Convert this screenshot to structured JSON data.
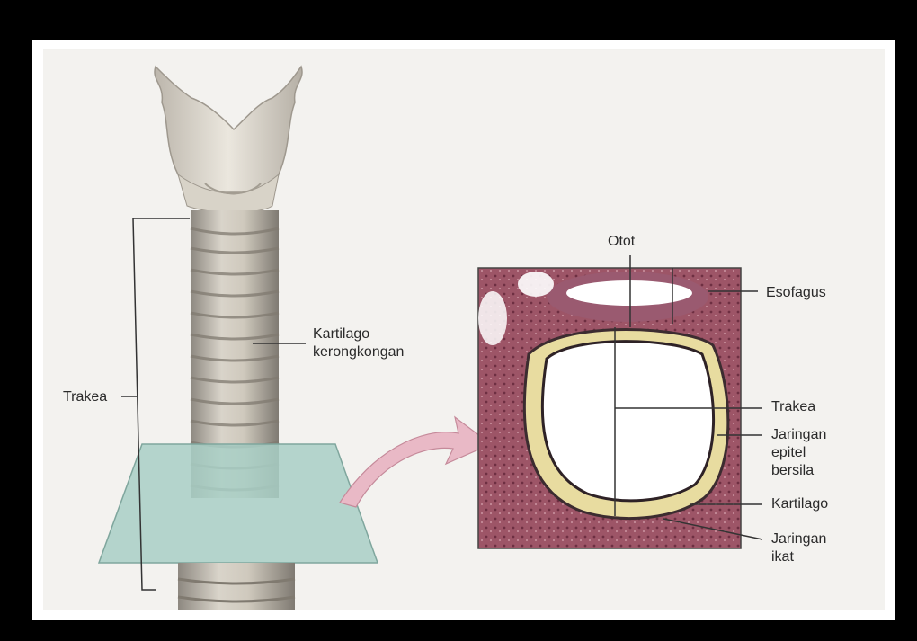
{
  "labels": {
    "kartilago_kerongkongan": "Kartilago\nkerongkongan",
    "trakea_left": "Trakea",
    "otot": "Otot",
    "esofagus": "Esofagus",
    "trakea_right": "Trakea",
    "jaringan_epitel": "Jaringan\nepitel\nbersila",
    "kartilago": "Kartilago",
    "jaringan_ikat": "Jaringan\nikat"
  },
  "colors": {
    "background": "#f3f2ef",
    "cartilage": "#e6e1cf",
    "trachea_ring": "#c9c3b6",
    "plane": "#a8cfc6",
    "arrow": "#e9b9c6",
    "tissue": "#9a4e62",
    "hyaline": "#e8dca0"
  }
}
